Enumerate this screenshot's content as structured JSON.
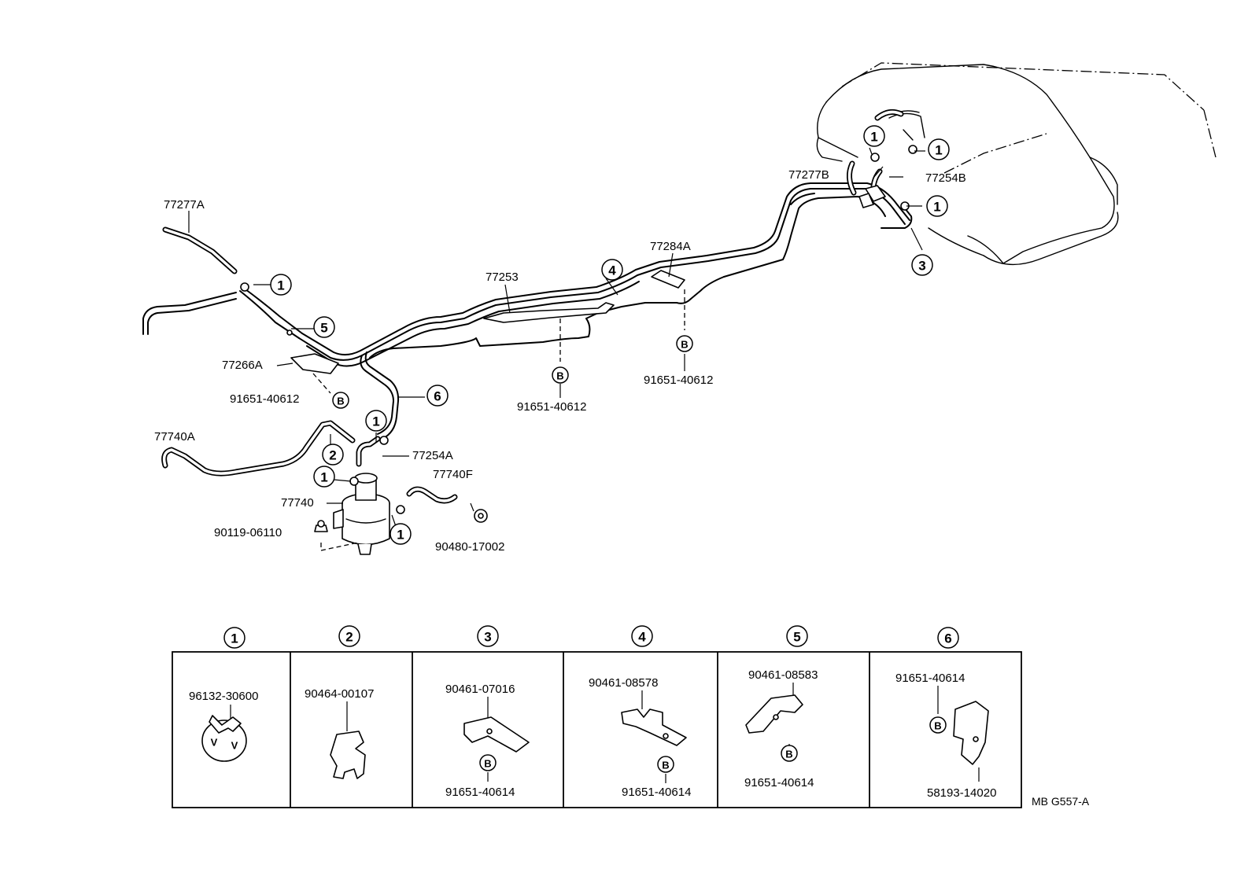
{
  "diagram": {
    "labels": {
      "p77277A": "77277A",
      "p77277B": "77277B",
      "p77254B": "77254B",
      "p77284A": "77284A",
      "p77253": "77253",
      "p77266A": "77266A",
      "p77740A": "77740A",
      "p77254A": "77254A",
      "p77740F": "77740F",
      "p77740": "77740",
      "p90119": "90119-06110",
      "p90480": "90480-17002",
      "p91651_a": "91651-40612",
      "p91651_b": "91651-40612",
      "p91651_c": "91651-40612"
    },
    "callouts": {
      "c1": "1",
      "c2": "2",
      "c3": "3",
      "c4": "4",
      "c5": "5",
      "c6": "6",
      "b": "B"
    },
    "code": "MB G557-A"
  },
  "legend": {
    "panels": [
      {
        "index": "1",
        "part": "96132-30600"
      },
      {
        "index": "2",
        "part": "90464-00107"
      },
      {
        "index": "3",
        "part": "90461-07016",
        "sub": "91651-40614"
      },
      {
        "index": "4",
        "part": "90461-08578",
        "sub": "91651-40614"
      },
      {
        "index": "5",
        "part": "90461-08583",
        "sub": "91651-40614"
      },
      {
        "index": "6",
        "part": "91651-40614",
        "sub": "58193-14020"
      }
    ]
  }
}
